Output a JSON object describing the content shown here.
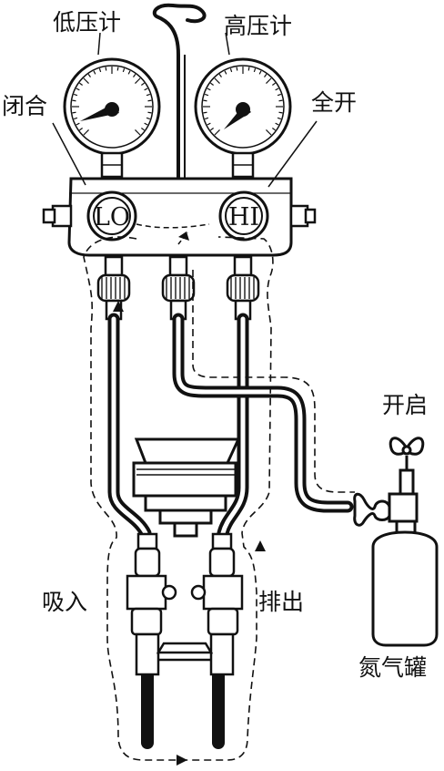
{
  "labels": {
    "low_gauge": "低压计",
    "high_gauge": "高压计",
    "closed": "闭合",
    "fully_open": "全开",
    "open": "开启",
    "suction": "吸入",
    "discharge": "排出",
    "nitrogen_tank": "氮气罐"
  },
  "valves": {
    "low": "LO",
    "high": "HI"
  },
  "colors": {
    "line": "#111111",
    "background": "#ffffff"
  }
}
